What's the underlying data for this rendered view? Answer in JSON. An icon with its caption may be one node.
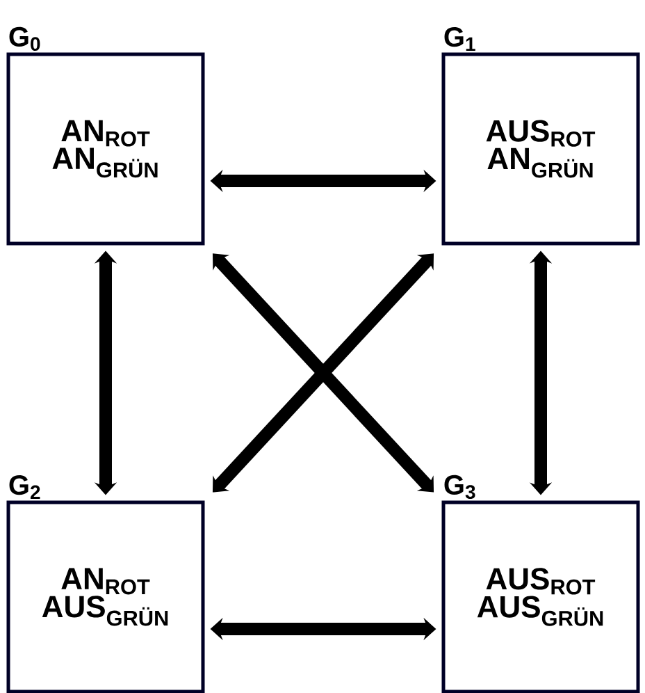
{
  "diagram": {
    "nodes": [
      {
        "text": [
          "G$_{0}$",
          "AN$_{ROT}$ AN$_{GRÜN}$"
        ]
      },
      {
        "text": [
          "G$_{1}$",
          "AUS$_{ROT}$ AN$_{GRÜN}$"
        ]
      },
      {
        "text": [
          "G$_{2}$",
          "AN$_{ROT}$ AUS$_{GRÜN}$"
        ]
      },
      {
        "text": [
          "G$_{3}$",
          "AUS$_{ROT}$ AUS$_{GRÜN}$"
        ]
      }
    ],
    "edges": [
      {
        "from": 0,
        "to": 1,
        "arrow": "both"
      },
      {
        "from": 0,
        "to": 2,
        "arrow": "both"
      },
      {
        "from": 1,
        "to": 3,
        "arrow": "both"
      },
      {
        "from": 0,
        "to": 3,
        "arrow": "both"
      },
      {
        "from": 1,
        "to": 2,
        "arrow": "both"
      },
      {
        "from": 2,
        "to": 3,
        "arrow": "both"
      }
    ]
  }
}
